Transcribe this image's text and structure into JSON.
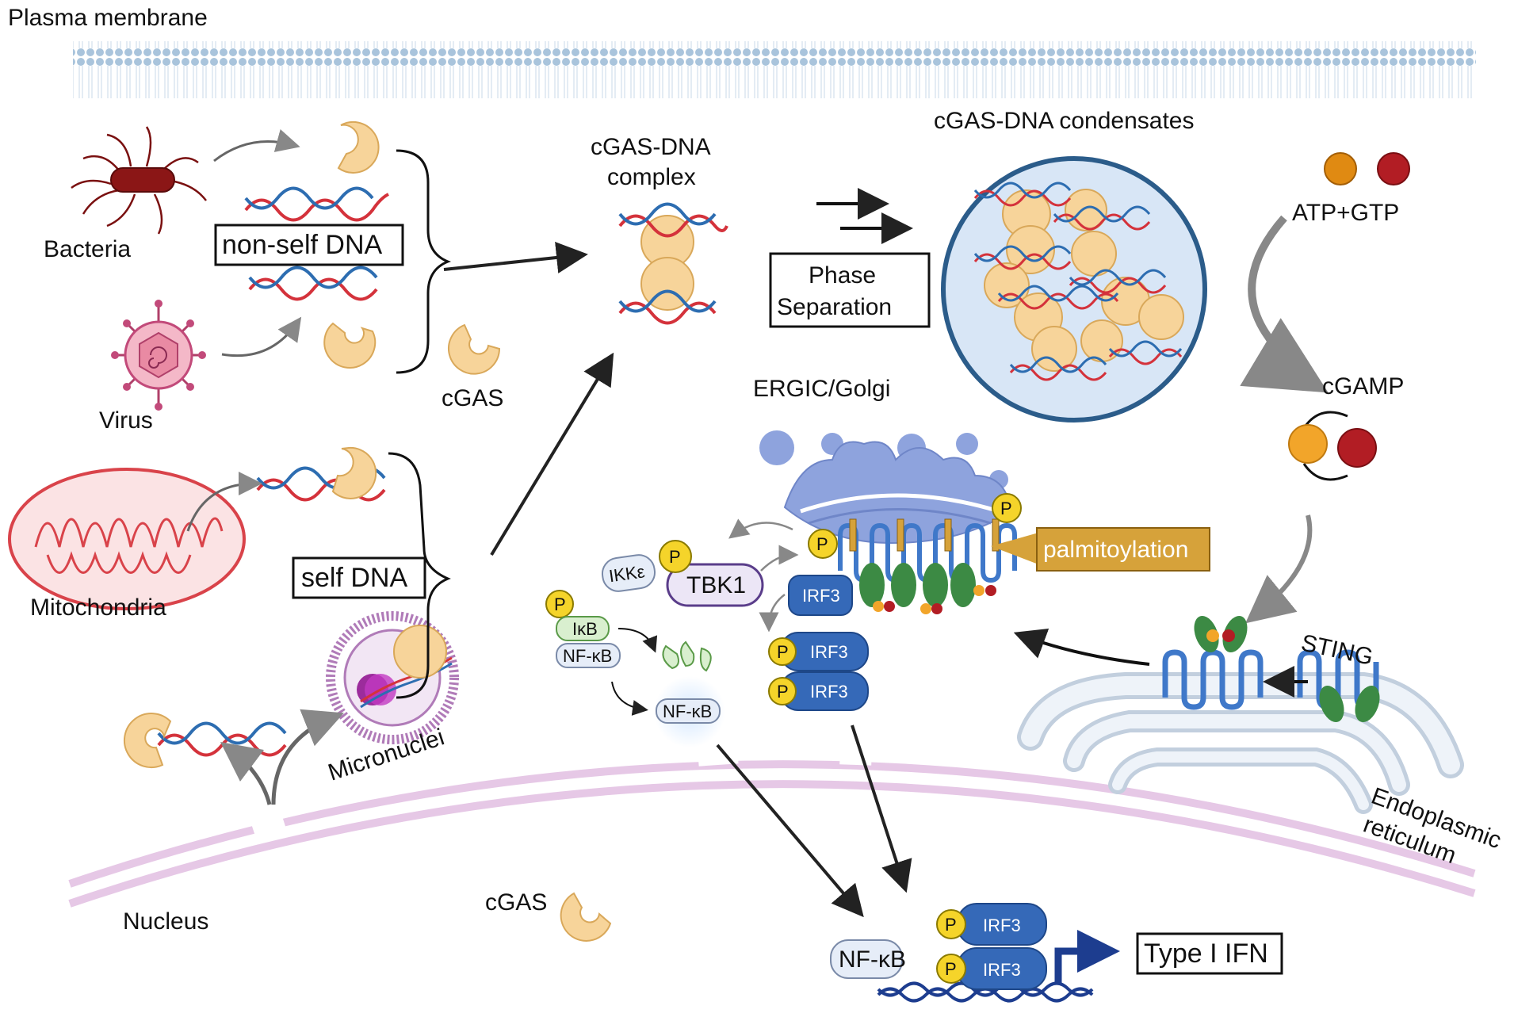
{
  "labels": {
    "plasma_membrane": "Plasma membrane",
    "bacteria": "Bacteria",
    "virus": "Virus",
    "non_self_dna": "non-self DNA",
    "mitochondria": "Mitochondria",
    "self_dna": "self DNA",
    "micronuclei": "Micronuclei",
    "cgas_1": "cGAS",
    "cgas_dna_complex_1": "cGAS-DNA",
    "cgas_dna_complex_2": "complex",
    "phase_separation_1": "Phase",
    "phase_separation_2": "Separation",
    "cgas_dna_condensates": "cGAS-DNA condensates",
    "atp_gtp": "ATP+GTP",
    "cgamp": "cGAMP",
    "ergic_golgi": "ERGIC/Golgi",
    "palmitoylation": "palmitoylation",
    "sting": "STING",
    "er_1": "Endoplasmic",
    "er_2": "reticulum",
    "ikk": "IKKε",
    "tbk1": "TBK1",
    "irf3": "IRF3",
    "ikb": "IκB",
    "nfkb": "NF-κB",
    "p": "P",
    "nucleus": "Nucleus",
    "cgas_2": "cGAS",
    "type_i_ifn": "Type I IFN"
  },
  "colors": {
    "membrane": "#a9c4dc",
    "cgas": "#f7d49a",
    "cgas_stroke": "#d9a85a",
    "dna_red": "#d4323b",
    "dna_blue": "#2d6db1",
    "condensate_fill": "#d8e6f6",
    "condensate_stroke": "#2b5c8a",
    "golgi": "#8ea3dd",
    "sting_blue": "#3f78c9",
    "sting_green": "#3c8a44",
    "irf3": "#3569b8",
    "phospho": "#f5d42a",
    "palmitoyl_box": "#d6a23a",
    "nuclear_membrane": "#e6c8e6",
    "er": "#d8e2ee",
    "mito": "#d9434a",
    "arrow_black": "#222222",
    "arrow_grey": "#888888"
  }
}
